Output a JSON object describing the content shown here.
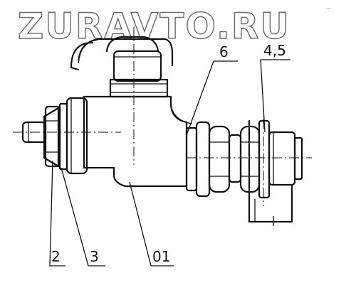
{
  "watermark": {
    "text": "ZURAVTO.RU",
    "corner_mark": "~"
  },
  "callouts": {
    "item_6": "6",
    "item_4_5": "4,5",
    "item_2": "2",
    "item_3": "3",
    "item_01": "01"
  }
}
